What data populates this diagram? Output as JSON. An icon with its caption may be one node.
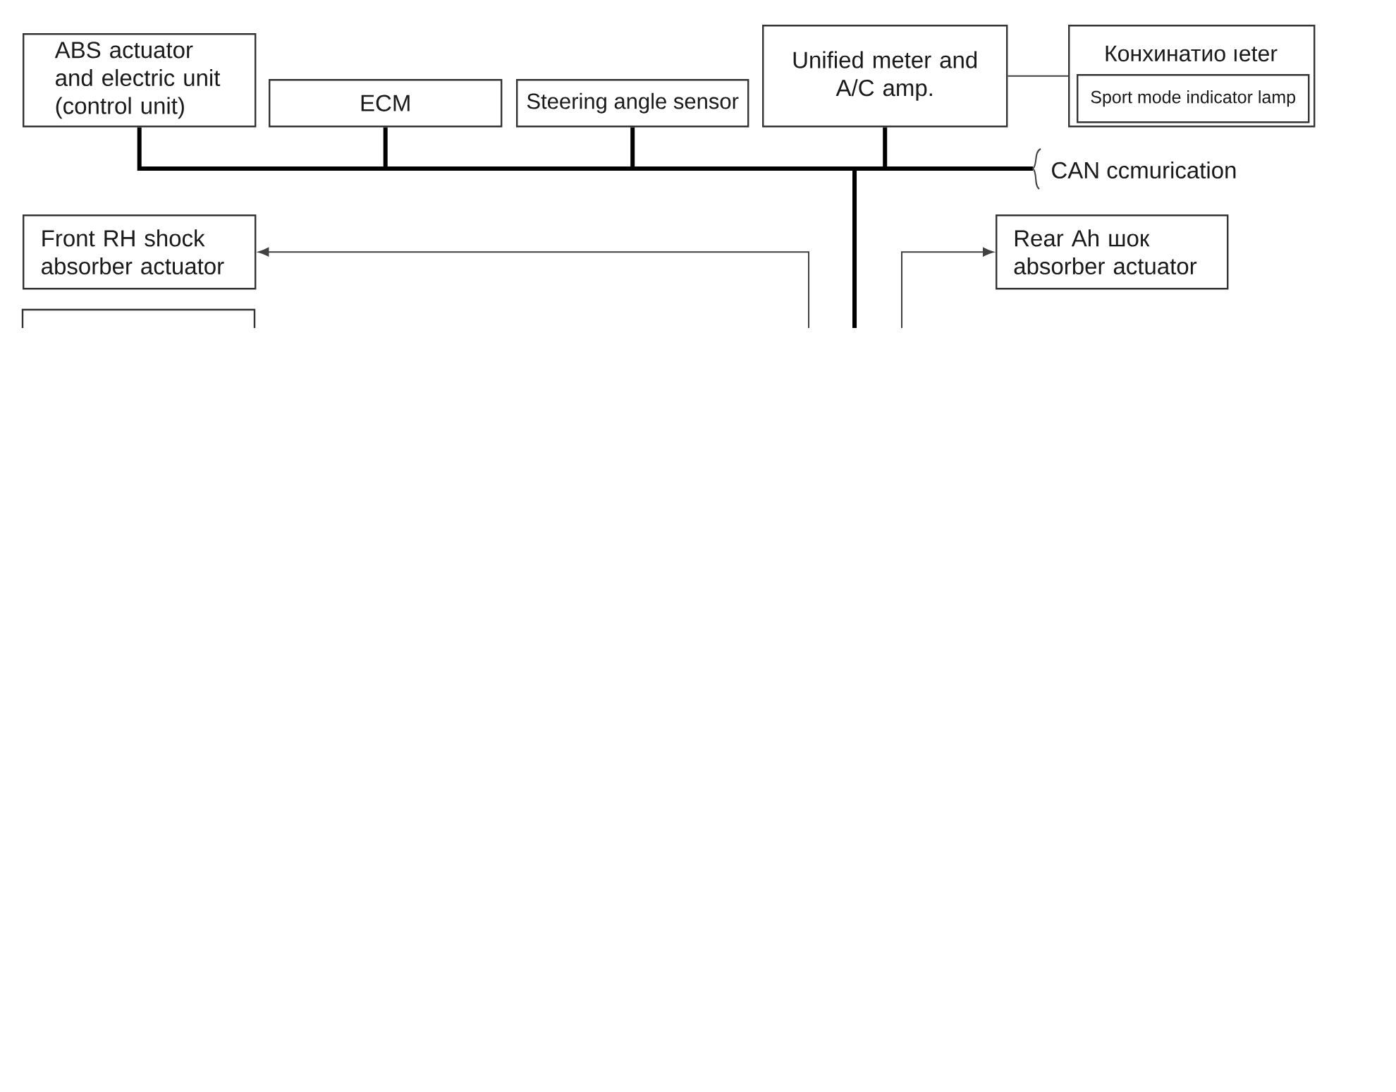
{
  "diagram": {
    "nodes": [
      {
        "text": [
          "ABS actuator and electric unit (control unit)"
        ]
      },
      {
        "text": [
          "ECM"
        ]
      },
      {
        "text": [
          "Steering angle sensor"
        ]
      },
      {
        "text": [
          "Unified meter and A/C amp."
        ]
      },
      {
        "text": [
          "Конхинатио ıeter"
        ]
      },
      {
        "text": [
          "Sport mode indicator lamp"
        ],
        "in": 4
      },
      {
        "text": [
          "Front RH shock absorber actuator"
        ]
      },
      {
        "text": [
          "Rear Ah шок absorber actuator"
        ]
      },
      {
        "text": [],
        "shape": "box"
      }
    ],
    "edges": [
      {
        "from": 0,
        "to": null,
        "arrow": "none"
      },
      {
        "from": 1,
        "to": null,
        "arrow": "none"
      },
      {
        "from": 2,
        "to": null,
        "arrow": "none"
      },
      {
        "from": 3,
        "to": null,
        "arrow": "none"
      },
      {
        "from": 3,
        "to": 4,
        "arrow": "none"
      },
      {
        "from": null,
        "to": 6,
        "arrow": "to"
      },
      {
        "from": null,
        "to": 7,
        "arrow": "to"
      }
    ],
    "labels": [
      "CAN ccmurication"
    ]
  }
}
